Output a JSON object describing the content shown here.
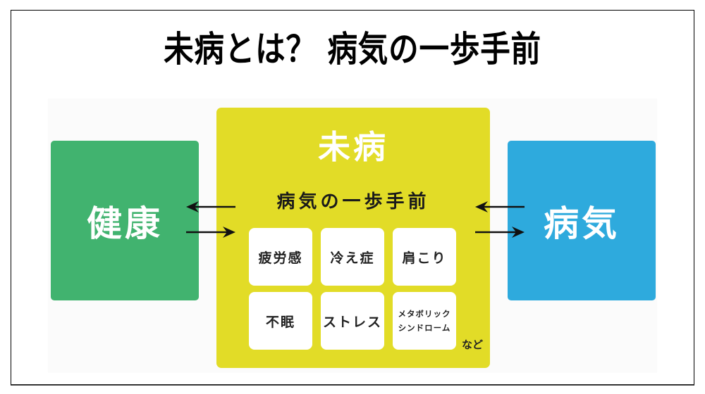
{
  "title": "未病とは？ 病気の一歩手前",
  "colors": {
    "health": "#41b36f",
    "mibyou": "#e2dc27",
    "sick": "#2eaadd",
    "frame": "#000000"
  },
  "diagram": {
    "health": {
      "label": "健康"
    },
    "mibyou": {
      "label": "未病",
      "subtitle": "病気の一歩手前",
      "symptoms": [
        {
          "label": "疲労感"
        },
        {
          "label": "冷え症"
        },
        {
          "label": "肩こり"
        },
        {
          "label": "不眠"
        },
        {
          "label": "ストレス"
        },
        {
          "label_line1": "メタボリック",
          "label_line2": "シンドローム"
        }
      ],
      "etc": "など"
    },
    "sick": {
      "label": "病気"
    },
    "arrows": [
      {
        "from": "未病",
        "to": "健康"
      },
      {
        "from": "健康",
        "to": "未病"
      },
      {
        "from": "病気",
        "to": "未病"
      },
      {
        "from": "未病",
        "to": "病気"
      }
    ]
  }
}
